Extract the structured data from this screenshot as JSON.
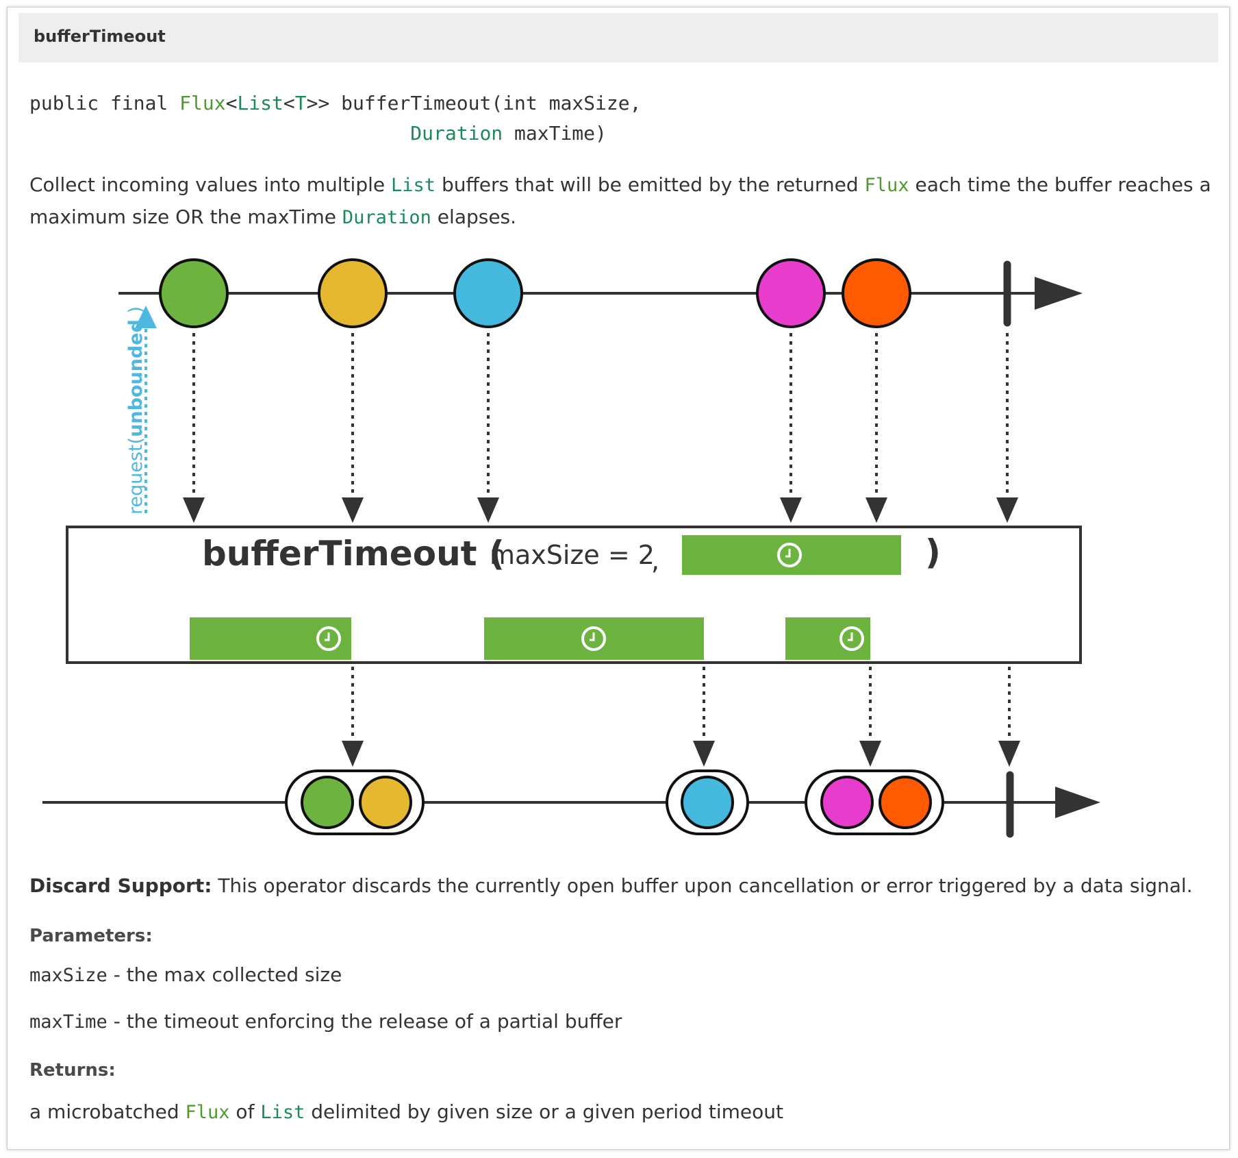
{
  "header": {
    "title": "bufferTimeout"
  },
  "signature": {
    "line1_prefix": "public final ",
    "flux": "Flux",
    "lt1": "<",
    "list": "List",
    "lt2": "<",
    "t": "T",
    "gt": ">>",
    "method": " bufferTimeout(int maxSize,",
    "line2_indent": "                                 ",
    "duration": "Duration",
    "line2_rest": " maxTime)"
  },
  "description": {
    "part1": "Collect incoming values into multiple ",
    "code1": "List",
    "part2": " buffers that will be emitted by the returned ",
    "code2": "Flux",
    "part3": " each time the buffer reaches a maximum size OR the maxTime ",
    "code3": "Duration",
    "part4": " elapses."
  },
  "diagram": {
    "request_label_pre": "request(",
    "request_label_bold": "unbounded",
    "request_label_post": " )",
    "operator_name": "bufferTimeout (",
    "operator_args": "maxSize = 2",
    "operator_comma": ",",
    "operator_close": ")",
    "colors": {
      "green": "#6db33f",
      "yellow": "#e6b830",
      "blue": "#44b8dd",
      "magenta": "#e83ccc",
      "orange": "#ff5a00",
      "line": "#333333",
      "request": "#4db8e0"
    },
    "source_items": [
      "green",
      "yellow",
      "blue",
      "magenta",
      "orange"
    ],
    "output_groups": [
      [
        "green",
        "yellow"
      ],
      [
        "blue"
      ],
      [
        "magenta",
        "orange"
      ]
    ]
  },
  "discard": {
    "label": "Discard Support:",
    "text": " This operator discards the currently open buffer upon cancellation or error triggered by a data signal."
  },
  "params": {
    "heading": "Parameters:",
    "p1_name": "maxSize",
    "p1_desc": " - the max collected size",
    "p2_name": "maxTime",
    "p2_desc": " - the timeout enforcing the release of a partial buffer"
  },
  "returns": {
    "heading": "Returns:",
    "part1": "a microbatched ",
    "code1": "Flux",
    "part2": " of ",
    "code2": "List",
    "part3": " delimited by given size or a given period timeout"
  }
}
